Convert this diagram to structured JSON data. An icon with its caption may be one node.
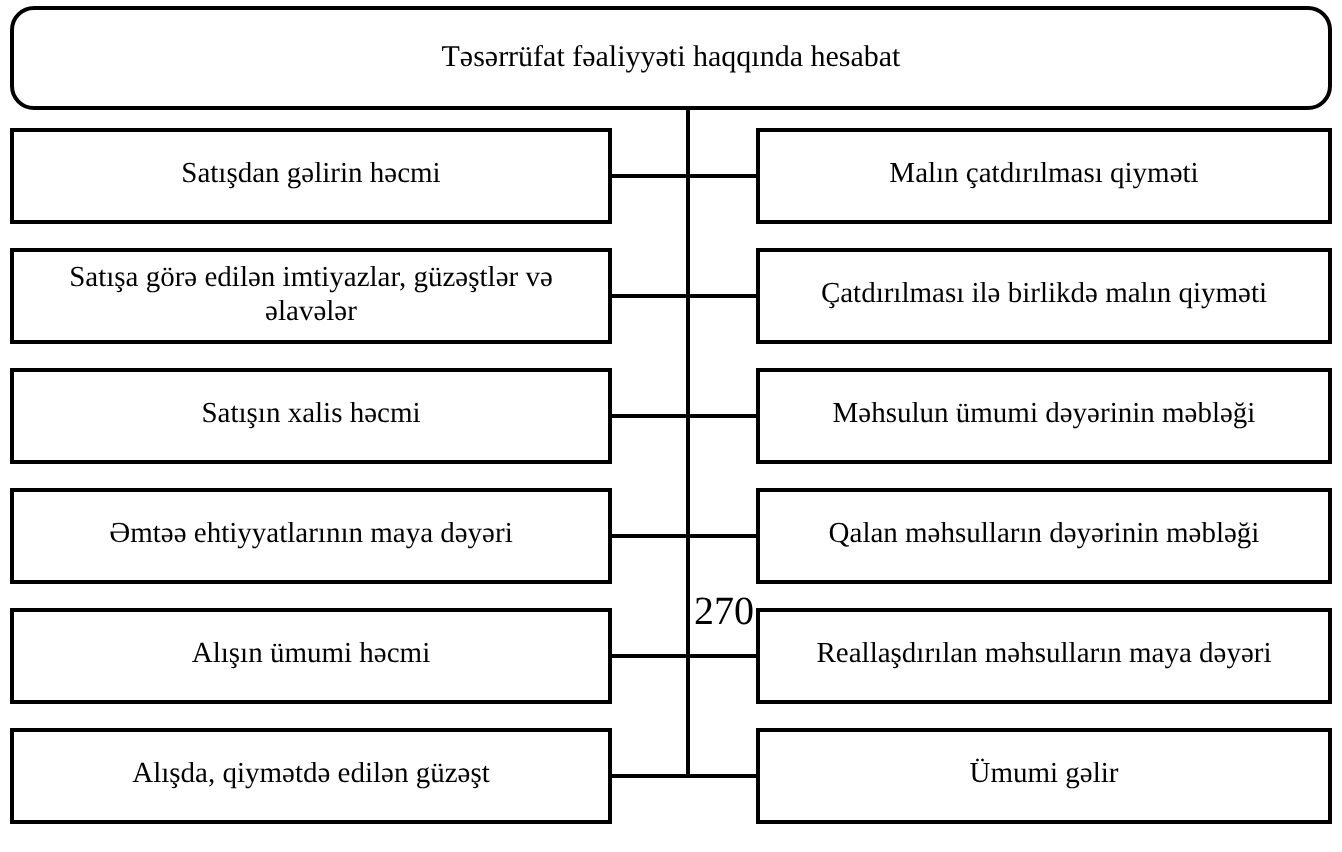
{
  "diagram": {
    "nodes": [
      {
        "text": [
          "Təsərrüfat fəaliyyəti haqqında hesabat"
        ]
      },
      {
        "text": [
          "Satışdan gəlirin həcmi"
        ]
      },
      {
        "text": [
          "Malın çatdırılması qiyməti"
        ]
      },
      {
        "text": [
          "Satışa görə edilən imtiyazlar, güzəştlər və əlavələr"
        ]
      },
      {
        "text": [
          "Çatdırılması ilə birlikdə malın qiyməti"
        ]
      },
      {
        "text": [
          "Satışın xalis həcmi"
        ]
      },
      {
        "text": [
          "Məhsulun ümumi dəyərinin məbləği"
        ]
      },
      {
        "text": [
          "Əmtəə ehtiyyatlarının maya dəyəri"
        ]
      },
      {
        "text": [
          "Qalan məhsulların dəyərinin məbləği"
        ]
      },
      {
        "text": [
          "Alışın ümumi həcmi"
        ]
      },
      {
        "text": [
          "Reallaşdırılan məhsulların maya dəyəri"
        ]
      },
      {
        "text": [
          "Alışda, qiymətdə edilən güzəşt"
        ]
      },
      {
        "text": [
          "Ümumi gəlir"
        ]
      }
    ],
    "edges": [
      {
        "from": 0,
        "to": 1,
        "arrow": "none"
      },
      {
        "from": 0,
        "to": 2,
        "arrow": "none"
      },
      {
        "from": 0,
        "to": 3,
        "arrow": "none"
      },
      {
        "from": 0,
        "to": 4,
        "arrow": "none"
      },
      {
        "from": 0,
        "to": 5,
        "arrow": "none"
      },
      {
        "from": 0,
        "to": 6,
        "arrow": "none"
      },
      {
        "from": 0,
        "to": 7,
        "arrow": "none"
      },
      {
        "from": 0,
        "to": 8,
        "arrow": "none"
      },
      {
        "from": 0,
        "to": 9,
        "arrow": "none"
      },
      {
        "from": 0,
        "to": 10,
        "arrow": "none"
      },
      {
        "from": 0,
        "to": 11,
        "arrow": "none"
      },
      {
        "from": 0,
        "to": 12,
        "arrow": "none"
      }
    ],
    "labels": [
      "270"
    ]
  }
}
